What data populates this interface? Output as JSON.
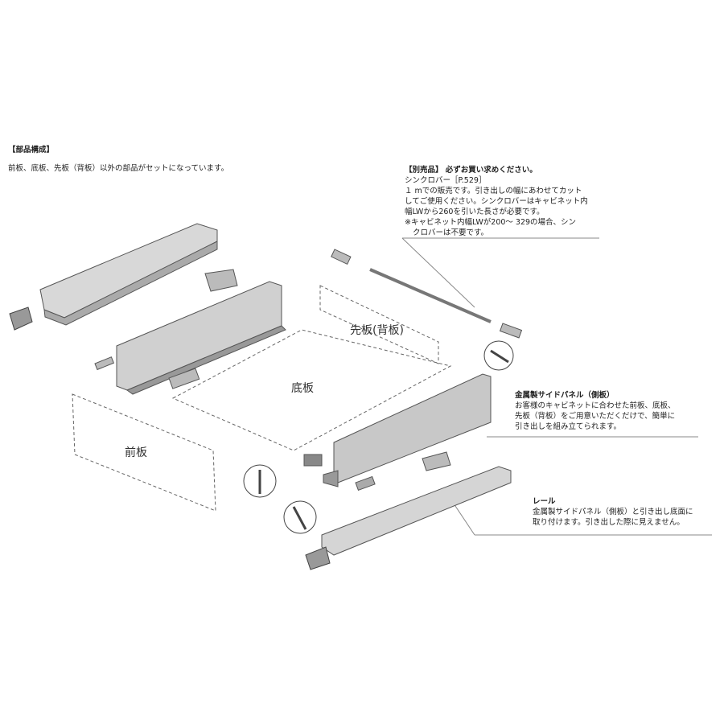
{
  "parts_section": {
    "heading": "【部品構成】",
    "description": "前板、底板、先板（背板）以外の部品がセットになっています。"
  },
  "sync_bar_note": {
    "heading": "【別売品】 必ずお買い求めください。",
    "line1": "シンクロバー［P.529］",
    "line2": "１ mでの販売です。引き出しの幅にあわせてカット",
    "line3": "してご使用ください。シンクロバーはキャビネット内",
    "line4": "幅LWから260を引いた長さが必要です。",
    "line5": "※キャビネット内幅LWが200～ 329の場合、シン",
    "line6": "クロバーは不要です。"
  },
  "side_panel_note": {
    "heading": "金属製サイドパネル（側板）",
    "line1": "お客様のキャビネットに合わせた前板、底板、",
    "line2": "先板（背板）をご用意いただくだけで、簡単に",
    "line3": "引き出しを組み立てられます。"
  },
  "rail_note": {
    "heading": "レール",
    "line1": "金属製サイドパネル（側板）と引き出し底面に",
    "line2": "取り付けます。引き出した際に見えません。"
  },
  "diagram_labels": {
    "back_panel": "先板(背板)",
    "bottom_panel": "底板",
    "front_panel": "前板"
  }
}
